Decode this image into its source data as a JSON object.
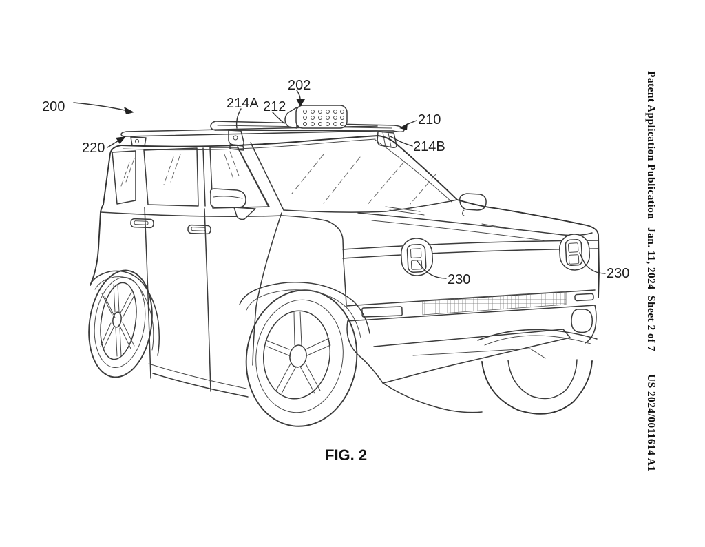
{
  "page": {
    "background": "#ffffff",
    "line_color": "#3b3b3b",
    "text_color": "#111111"
  },
  "header": {
    "publication": "Patent Application Publication",
    "date_sheet": "Jan. 11, 2024  Sheet 2 of 7",
    "publication_number": "US 2024/0011614 A1"
  },
  "figure": {
    "caption": "FIG. 2",
    "labels": [
      {
        "ref": "200"
      },
      {
        "ref": "220"
      },
      {
        "ref": "214A"
      },
      {
        "ref": "212"
      },
      {
        "ref": "202"
      },
      {
        "ref": "210"
      },
      {
        "ref": "214B"
      },
      {
        "ref": "230"
      },
      {
        "ref": "230"
      }
    ]
  }
}
